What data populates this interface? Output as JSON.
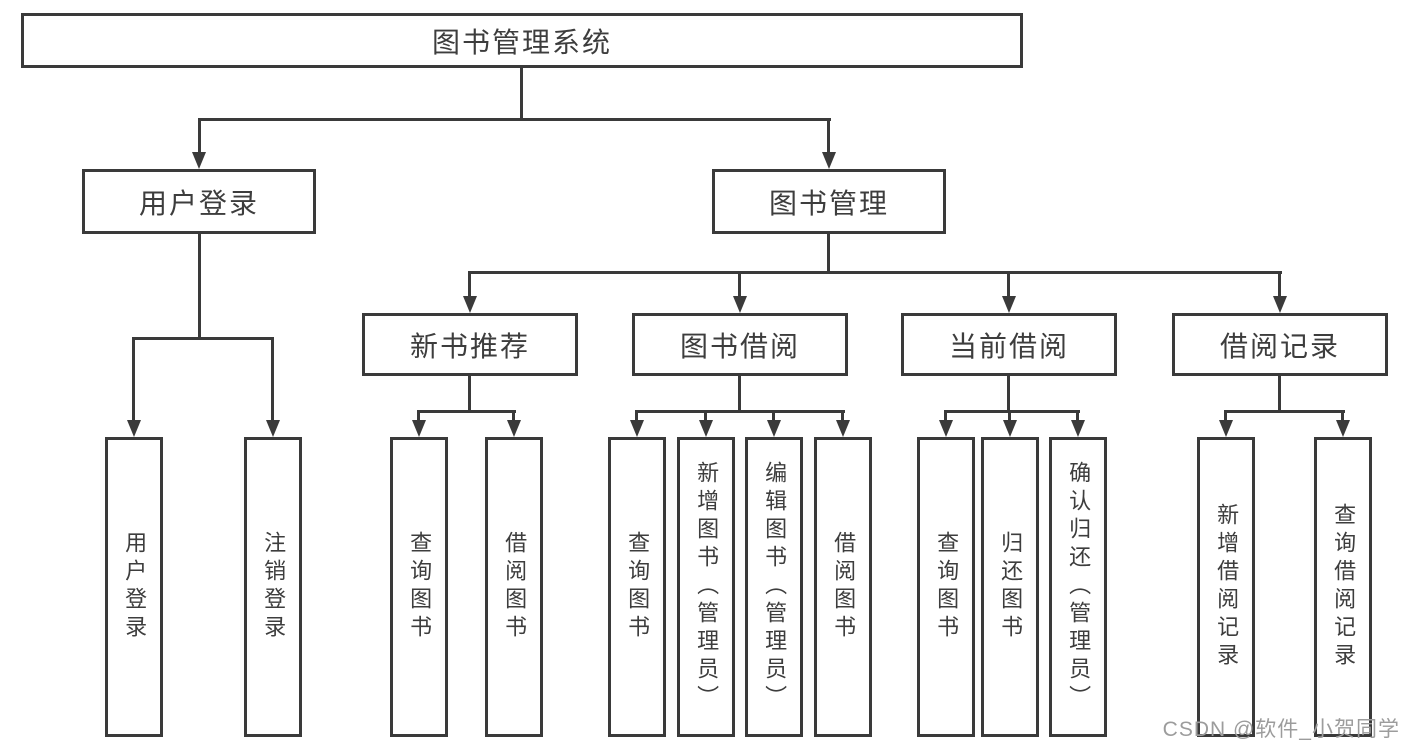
{
  "diagram": {
    "type": "org-tree",
    "line_color": "#3a3a3a",
    "text_color": "#3d3d3d",
    "box_background": "#ffffff",
    "tree": {
      "label": "图书管理系统",
      "children": [
        {
          "label": "用户登录",
          "children": [
            {
              "label": "用户登录"
            },
            {
              "label": "注销登录"
            }
          ]
        },
        {
          "label": "图书管理",
          "children": [
            {
              "label": "新书推荐",
              "children": [
                {
                  "label": "查询图书"
                },
                {
                  "label": "借阅图书"
                }
              ]
            },
            {
              "label": "图书借阅",
              "children": [
                {
                  "label": "查询图书"
                },
                {
                  "label": "新增图书（管理员）"
                },
                {
                  "label": "编辑图书（管理员）"
                },
                {
                  "label": "借阅图书"
                }
              ]
            },
            {
              "label": "当前借阅",
              "children": [
                {
                  "label": "查询图书"
                },
                {
                  "label": "归还图书"
                },
                {
                  "label": "确认归还（管理员）"
                }
              ]
            },
            {
              "label": "借阅记录",
              "children": [
                {
                  "label": "新增借阅记录"
                },
                {
                  "label": "查询借阅记录"
                }
              ]
            }
          ]
        }
      ]
    }
  },
  "watermark": {
    "text": "CSDN @软件_小贺同学",
    "color": "#9c9c9c"
  }
}
